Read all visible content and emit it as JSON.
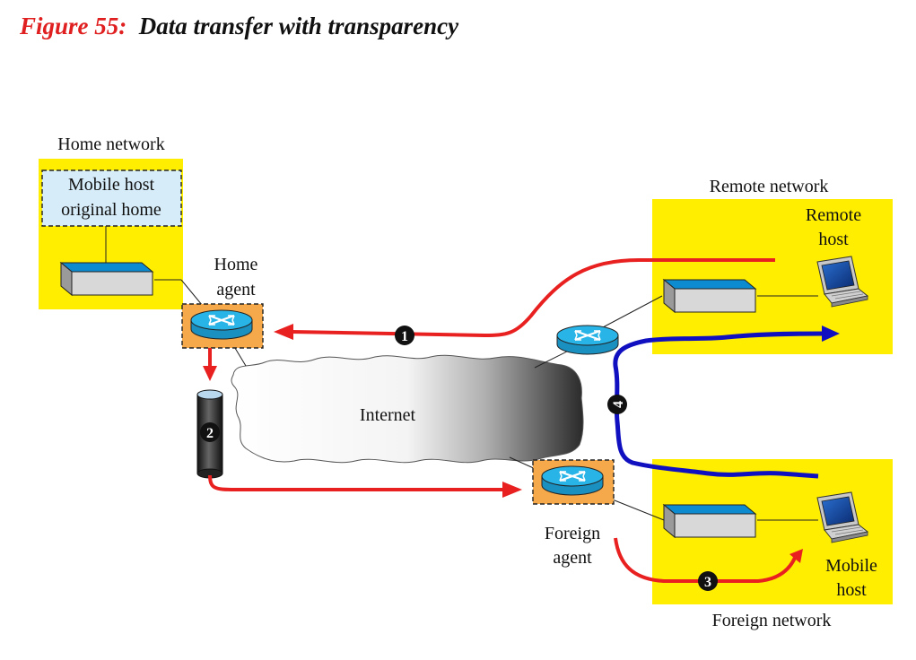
{
  "figure": {
    "number": "Figure 55:",
    "title": "Data transfer with transparency"
  },
  "labels": {
    "home_network": "Home network",
    "mobile_host_original_home_line1": "Mobile host",
    "mobile_host_original_home_line2": "original home",
    "home_agent_line1": "Home",
    "home_agent_line2": "agent",
    "internet": "Internet",
    "remote_network": "Remote network",
    "remote_host_line1": "Remote",
    "remote_host_line2": "host",
    "foreign_agent_line1": "Foreign",
    "foreign_agent_line2": "agent",
    "mobile_host_line1": "Mobile",
    "mobile_host_line2": "host",
    "foreign_network": "Foreign network"
  },
  "steps": [
    "1",
    "2",
    "3",
    "4"
  ],
  "colors": {
    "network_area": "#ffee00",
    "agent_box": "#f5a94a",
    "router": "#28b4e6",
    "original_home_box": "#d6ecf8",
    "data_path_red": "#e82020",
    "data_path_blue": "#1010c0",
    "title_number": "#e02020"
  }
}
